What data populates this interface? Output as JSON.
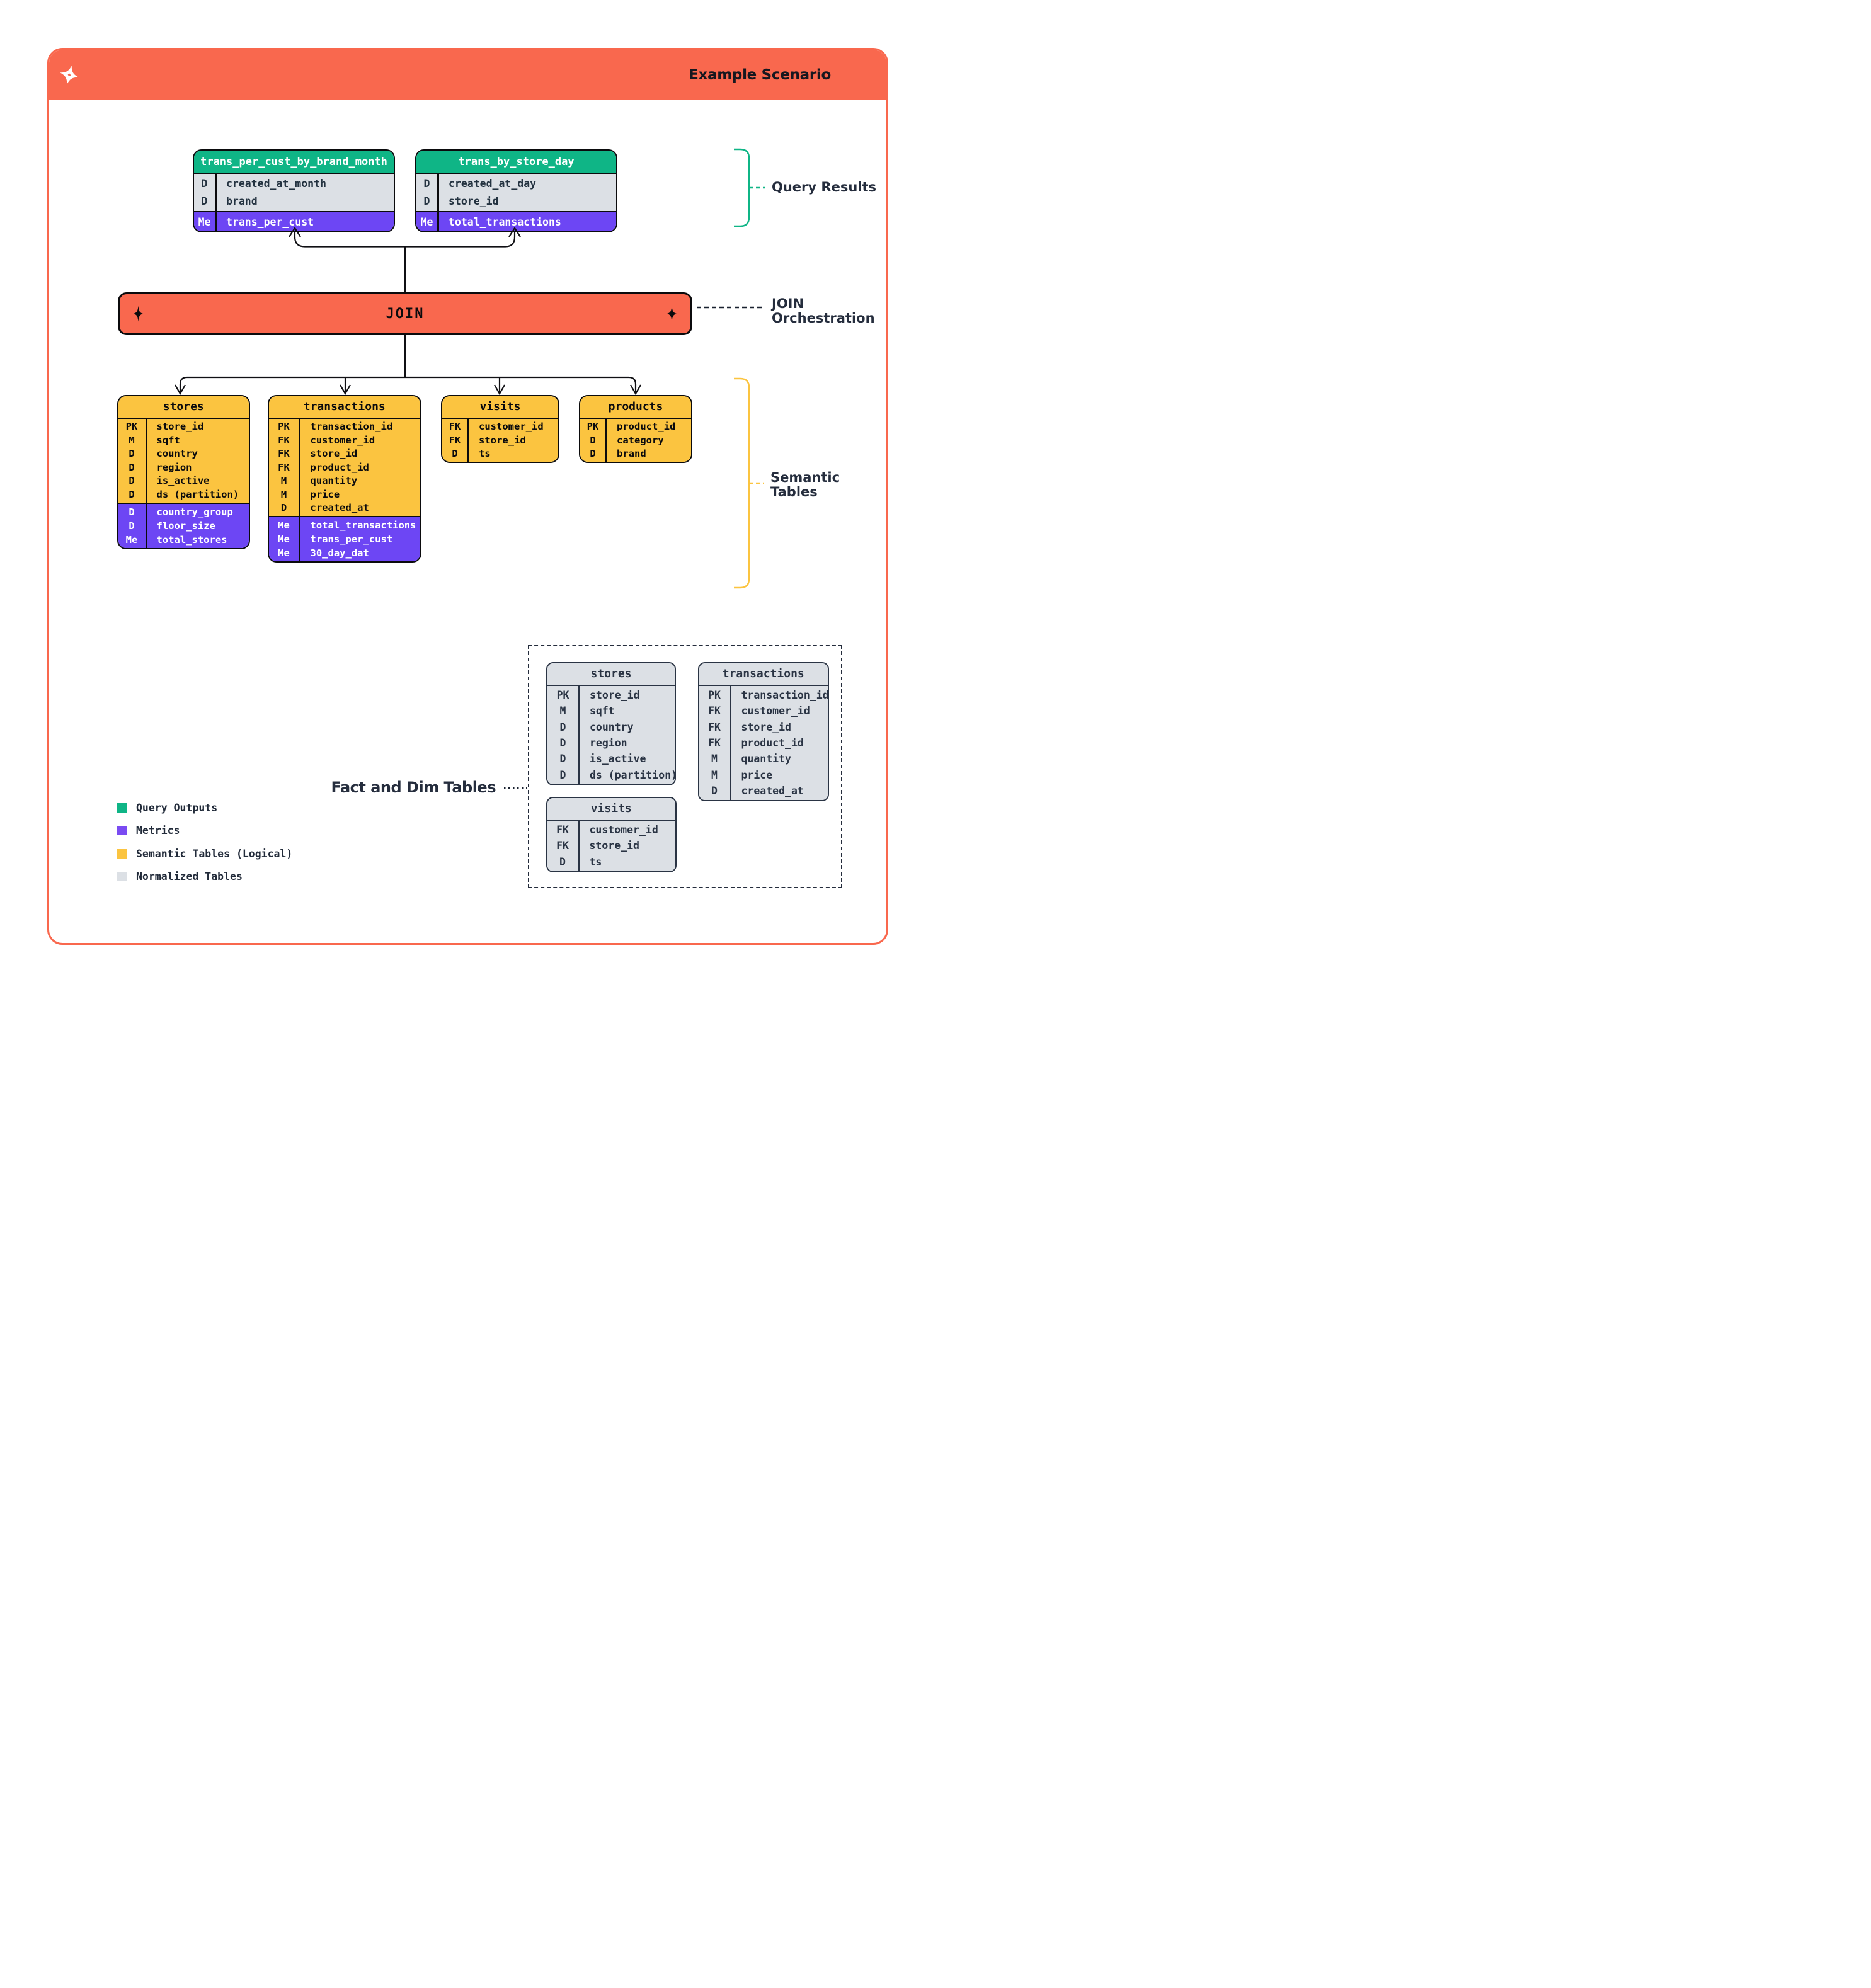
{
  "header": {
    "title": "Example Scenario",
    "logo": "pinwheel-star-icon"
  },
  "annotations": {
    "query_results": "Query Results",
    "join_orchestration_line1": "JOIN",
    "join_orchestration_line2": "Orchestration",
    "semantic_tables_line1": "Semantic",
    "semantic_tables_line2": "Tables",
    "fact_and_dim": "Fact and Dim Tables"
  },
  "join": {
    "label": "JOIN",
    "diamond_icon": "four-point-star-icon"
  },
  "query_tables": [
    {
      "name": "trans_per_cust_by_brand_month",
      "dims": [
        {
          "k": "D",
          "f": "created_at_month"
        },
        {
          "k": "D",
          "f": "brand"
        }
      ],
      "metrics": [
        {
          "k": "Me",
          "f": "trans_per_cust"
        }
      ]
    },
    {
      "name": "trans_by_store_day",
      "dims": [
        {
          "k": "D",
          "f": "created_at_day"
        },
        {
          "k": "D",
          "f": "store_id"
        }
      ],
      "metrics": [
        {
          "k": "Me",
          "f": "total_transactions"
        }
      ]
    }
  ],
  "semantic_tables": [
    {
      "name": "stores",
      "dims": [
        {
          "k": "PK",
          "f": "store_id"
        },
        {
          "k": "M",
          "f": "sqft"
        },
        {
          "k": "D",
          "f": "country"
        },
        {
          "k": "D",
          "f": "region"
        },
        {
          "k": "D",
          "f": "is_active"
        },
        {
          "k": "D",
          "f": "ds (partition)"
        }
      ],
      "metrics": [
        {
          "k": "D",
          "f": "country_group"
        },
        {
          "k": "D",
          "f": "floor_size"
        },
        {
          "k": "Me",
          "f": "total_stores"
        }
      ]
    },
    {
      "name": "transactions",
      "dims": [
        {
          "k": "PK",
          "f": "transaction_id"
        },
        {
          "k": "FK",
          "f": "customer_id"
        },
        {
          "k": "FK",
          "f": "store_id"
        },
        {
          "k": "FK",
          "f": "product_id"
        },
        {
          "k": "M",
          "f": "quantity"
        },
        {
          "k": "M",
          "f": "price"
        },
        {
          "k": "D",
          "f": "created_at"
        }
      ],
      "metrics": [
        {
          "k": "Me",
          "f": "total_transactions"
        },
        {
          "k": "Me",
          "f": "trans_per_cust"
        },
        {
          "k": "Me",
          "f": "30_day_dat"
        }
      ]
    },
    {
      "name": "visits",
      "dims": [
        {
          "k": "FK",
          "f": "customer_id"
        },
        {
          "k": "FK",
          "f": "store_id"
        },
        {
          "k": "D",
          "f": "ts"
        }
      ],
      "metrics": []
    },
    {
      "name": "products",
      "dims": [
        {
          "k": "PK",
          "f": "product_id"
        },
        {
          "k": "D",
          "f": "category"
        },
        {
          "k": "D",
          "f": "brand"
        }
      ],
      "metrics": []
    }
  ],
  "normalized_tables": [
    {
      "name": "stores",
      "dims": [
        {
          "k": "PK",
          "f": "store_id"
        },
        {
          "k": "M",
          "f": "sqft"
        },
        {
          "k": "D",
          "f": "country"
        },
        {
          "k": "D",
          "f": "region"
        },
        {
          "k": "D",
          "f": "is_active"
        },
        {
          "k": "D",
          "f": "ds (partition)"
        }
      ]
    },
    {
      "name": "transactions",
      "dims": [
        {
          "k": "PK",
          "f": "transaction_id"
        },
        {
          "k": "FK",
          "f": "customer_id"
        },
        {
          "k": "FK",
          "f": "store_id"
        },
        {
          "k": "FK",
          "f": "product_id"
        },
        {
          "k": "M",
          "f": "quantity"
        },
        {
          "k": "M",
          "f": "price"
        },
        {
          "k": "D",
          "f": "created_at"
        }
      ]
    },
    {
      "name": "visits",
      "dims": [
        {
          "k": "FK",
          "f": "customer_id"
        },
        {
          "k": "FK",
          "f": "store_id"
        },
        {
          "k": "D",
          "f": "ts"
        }
      ]
    }
  ],
  "legend": [
    {
      "color": "#0FB586",
      "label": "Query Outputs"
    },
    {
      "color": "#7A4BF2",
      "label": "Metrics"
    },
    {
      "color": "#FBC440",
      "label": "Semantic Tables (Logical)"
    },
    {
      "color": "#DCE0E5",
      "label": "Normalized Tables"
    }
  ],
  "colors": {
    "orange": "#F9684E",
    "green": "#0FB586",
    "purple": "#6D46F4",
    "yellow": "#FBC440",
    "gray": "#DCE0E5",
    "ink": "#0B0B0D",
    "navy": "#252D3D"
  }
}
